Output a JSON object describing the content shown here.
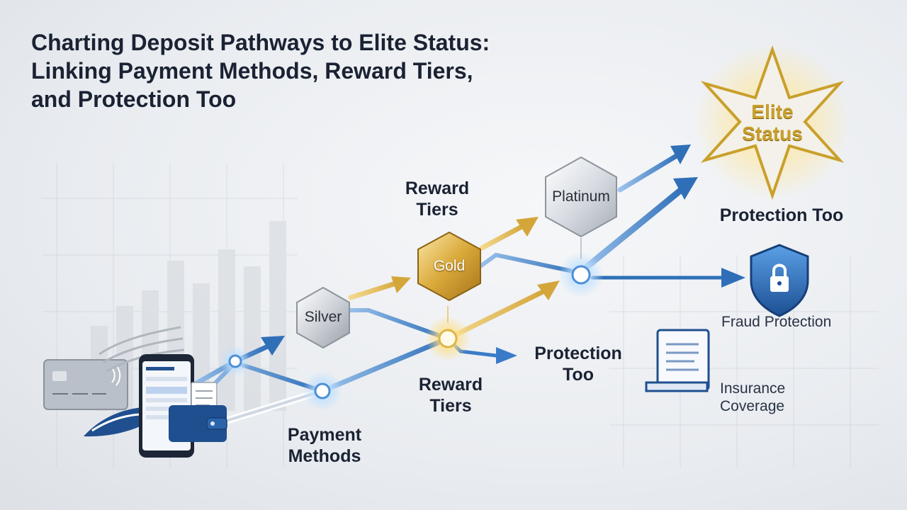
{
  "title": {
    "line1": "Charting Deposit Pathways to Elite Status:",
    "line2": "Linking Payment Methods, Reward Tiers,",
    "line3": "and Protection Too"
  },
  "tiers": {
    "silver": "Silver",
    "gold": "Gold",
    "platinum": "Platinum"
  },
  "elite": {
    "line1": "Elite",
    "line2": "Status"
  },
  "labels": {
    "reward_tiers_top": {
      "line1": "Reward",
      "line2": "Tiers"
    },
    "reward_tiers_bottom": {
      "line1": "Reward",
      "line2": "Tiers"
    },
    "payment_methods": {
      "line1": "Payment",
      "line2": "Methods"
    },
    "protection_mid": {
      "line1": "Protection",
      "line2": "Too"
    },
    "protection_top": "Protection Too",
    "fraud_protection": "Fraud Protection",
    "insurance": {
      "line1": "Insurance",
      "line2": "Coverage"
    }
  },
  "colors": {
    "blue": "#2f6fb8",
    "gold": "#d4a63a",
    "silver": "#b9bec6",
    "accent_dark": "#1a2233"
  },
  "icons": [
    "credit-card-icon",
    "smartphone-icon",
    "wallet-icon",
    "shield-lock-icon",
    "document-scroll-icon",
    "wave-logo-icon"
  ]
}
